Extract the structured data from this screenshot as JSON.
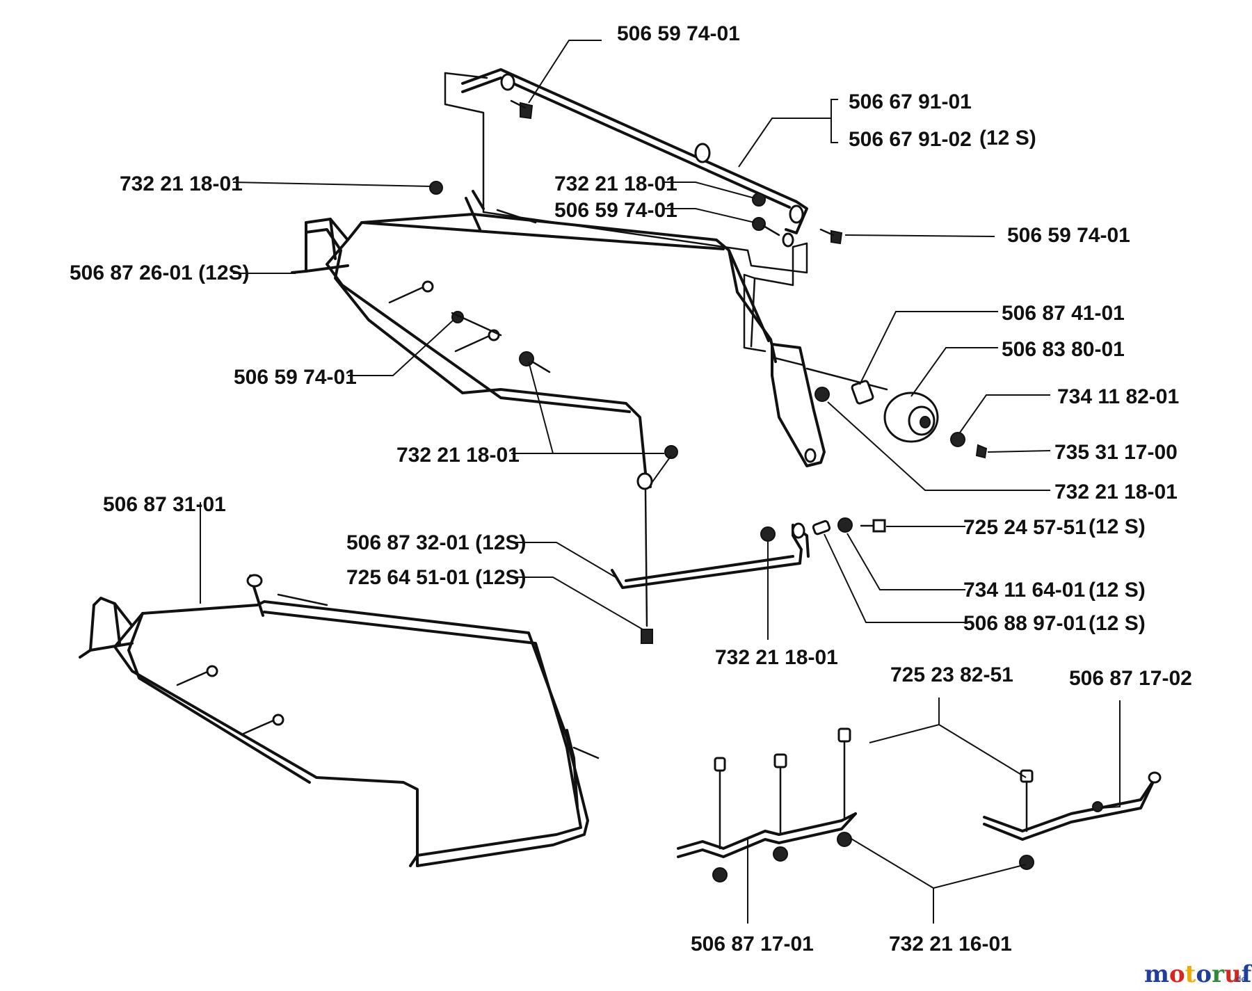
{
  "parts": [
    {
      "id": "p1",
      "text": "506 59 74-01"
    },
    {
      "id": "p2",
      "text": "506 67 91-01"
    },
    {
      "id": "p3",
      "text": "506 67 91-02"
    },
    {
      "id": "p3t",
      "text": "(12 S)"
    },
    {
      "id": "p4",
      "text": "732 21 18-01"
    },
    {
      "id": "p5",
      "text": "732 21 18-01"
    },
    {
      "id": "p6",
      "text": "506 59 74-01"
    },
    {
      "id": "p7",
      "text": "506 59 74-01"
    },
    {
      "id": "p8",
      "text": "506 87 26-01 (12S)"
    },
    {
      "id": "p9",
      "text": "506 87 41-01"
    },
    {
      "id": "p10",
      "text": "506 83 80-01"
    },
    {
      "id": "p11",
      "text": "506 59 74-01"
    },
    {
      "id": "p12",
      "text": "734 11 82-01"
    },
    {
      "id": "p13",
      "text": "732 21 18-01"
    },
    {
      "id": "p14",
      "text": "735 31 17-00"
    },
    {
      "id": "p15",
      "text": "732 21 18-01"
    },
    {
      "id": "p16",
      "text": "506 87 31-01"
    },
    {
      "id": "p17",
      "text": "725 24 57-51"
    },
    {
      "id": "p17t",
      "text": "(12 S)"
    },
    {
      "id": "p18",
      "text": "506 87 32-01 (12S)"
    },
    {
      "id": "p19",
      "text": "725 64 51-01 (12S)"
    },
    {
      "id": "p20",
      "text": "734 11 64-01"
    },
    {
      "id": "p20t",
      "text": "(12 S)"
    },
    {
      "id": "p21",
      "text": "506 88 97-01"
    },
    {
      "id": "p21t",
      "text": "(12 S)"
    },
    {
      "id": "p22",
      "text": "732 21 18-01"
    },
    {
      "id": "p23",
      "text": "725 23 82-51"
    },
    {
      "id": "p24",
      "text": "506 87 17-02"
    },
    {
      "id": "p25",
      "text": "506 87 17-01"
    },
    {
      "id": "p26",
      "text": "732 21 16-01"
    }
  ],
  "watermark": {
    "letters": [
      "m",
      "o",
      "t",
      "o",
      "r",
      "u",
      "f"
    ],
    "colors": [
      "#1f3f99",
      "#d9261c",
      "#f2a900",
      "#1f3f99",
      "#2e8b3a",
      "#d9261c",
      "#1f3f99"
    ],
    "suffix": ".de"
  }
}
